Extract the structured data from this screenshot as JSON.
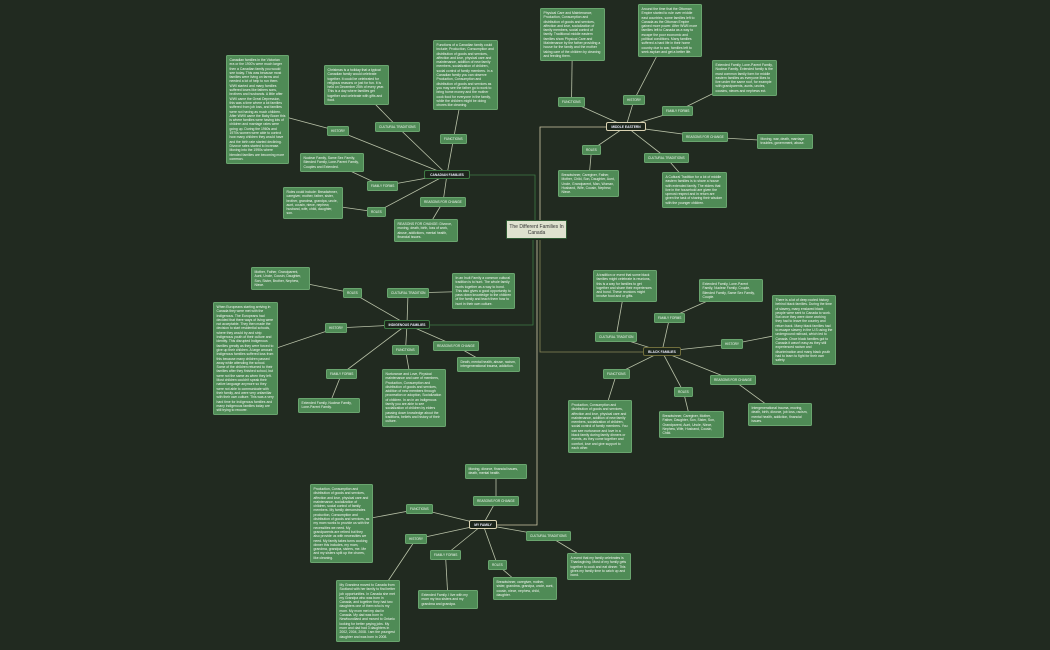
{
  "title": "The Different Families In Canada",
  "colors": {
    "background": "#212a20",
    "node": "#4f8b56",
    "root": "#dfe2cf"
  },
  "branches": [
    {
      "label": "CANADIAN FAMILIES",
      "topics": [
        {
          "label": "HISTORY",
          "text": "Canadian families in the Victorian era or the 1900's were much larger then a Canadian family you would see today. This was because most families were living on farms and needed a lot of help to run them. WWI started and many families suffered loses like fathers sons, brothers and husbands. A little after WWI came the Great Depression, this was a time where a lot families suffered from job loss, and families were not having as much children. After WWII came the Baby Boom this is where families were having lots of children and marriage rates were going up. During the 1960s and 1970s women were able to control how many children they would have and the birth rate started declining. Divorce rates started to increase. Moving into the 1990s where blended families are becoming more common."
        },
        {
          "label": "CULTURAL TRADITIONS",
          "text": "Christmas is a holiday that a typical Canadian family would celebrate together. It could be celebrated for religious reasons or just for fun. It is held on December 25th of every year. This is a day where families get together and celebrate with gifts and food."
        },
        {
          "label": "FUNCTIONS",
          "text": "Functions of a Canadian family could include; Production, Consumption and distribution of goods and services, affection and love, physical care and maintenance, addition of new family members, socialization of children, social control of family members. In a Canadian family you can observe Production, Consumption and distribution of goods and services as you may see the father go to work to bring home money and the mother cook food for everyone in the family, while the children might be doing chores like cleaning."
        },
        {
          "label": "FAMILY FORMS",
          "text": "Nuclear Family, Same Sex Family, Blended Family, Lone-Parent Family, Couples and Extended."
        },
        {
          "label": "ROLES",
          "text": "Roles could include: Breadwinner, caregiver, mother, father, sister, brother, grandma, grandpa, uncle, aunt, cousin, niece, nephew, husband, wife, child, daughter, son."
        },
        {
          "label": "REASONS FOR CHANGE",
          "text": "REASONS FOR CHANGE: Divorce, moving, death, birth, loss of work, abuse, addictions, mental health, financial issues."
        }
      ]
    },
    {
      "label": "MIDDLE EASTERN",
      "topics": [
        {
          "label": "FUNCTIONS",
          "text": "Physical Care and Maintenance, Production, Consumption and distribution of goods and services, affection and love, socialization of family members, social control of family. Traditional middle eastern families show Physical Care and Maintenance by the father providing a house for the family and the mother taking care of the children by cleaning and feeding them."
        },
        {
          "label": "HISTORY",
          "text": "Around the time that the Ottoman Empire started to rule over middle east countries, some families left to Canada as the Ottoman Empire gained more power. After WWII more families left to Canada as a way to escape the poor economic and political conditions. Many families suffered a hard life in their home country due to war, families left to seek asylum and get a better life."
        },
        {
          "label": "FAMILY FORMS",
          "text": "Extended Family, Lone-Parent Family, Nuclear Family. Extended family is the most common family form for middle eastern families as everyone likes to live under the same roof, for example with grandparents, aunts, uncles, cousins, nieces and nephews ect."
        },
        {
          "label": "REASONS FOR CHANGE",
          "text": "Moving, war, death, marriage troubles, government, abuse."
        },
        {
          "label": "ROLES",
          "text": "Breadwinner, Caregiver, Father, Mother, Child, Son, Daughter, Aunt, Uncle, Grandparent, Man, Woman, Husband, Wife, Cousin, Nephew, Niece."
        },
        {
          "label": "CULTURAL TRADITIONS",
          "text": "A Cultural Tradition for a lot of middle eastern families is to share a house with extended family. The elders that live in the household are given the upmost respect and in return are given the task of sharing their wisdom with the younger children."
        }
      ]
    },
    {
      "label": "BLACK FAMILIES",
      "topics": [
        {
          "label": "CULTURAL TRADITION",
          "text": "A tradition or event that some black families might celebrate is reunions, this is a way for families to get together and share their experiences and bond. These reunions might involve food and or gifts."
        },
        {
          "label": "FAMILY FORMS",
          "text": "Extended Family, Lone-Parent Family, Nuclear Family, Couple, Blended Family, Same Sex Family, Couple."
        },
        {
          "label": "HISTORY",
          "text": "There is a lot of deep rooted history behind black families. During the time of slavery, many enslaved black people were sent to Canada to work. But once they were done working they had to leave the country and return back. Many black families had to escape slavery in the U.S using the underground railroad, which led to Canada. Once black families got to Canada it wasn't easy as they still experienced racism and discrimination and many black youth had to learn to fight for their own safety."
        },
        {
          "label": "REASONS FOR CHANGE",
          "text": "Intergenerational trauma, moving, death, birth, divorce, job loss, racism, mental health, addiction, financial issues."
        },
        {
          "label": "ROLES",
          "text": "Breadwinner, Caregiver, Mother, Father, Daughter, Son, Sister, Son, Grandparent, Aunt, Uncle, Niece, Nephew, Wife, Husband, Cousin, Child."
        },
        {
          "label": "FUNCTIONS",
          "text": "Production, Consumption and distribution of goods and services, affection and love, physical care and maintenance, addition of new family members, socialization of children, social control of family members. You can see nurturance and love in a black family during family dinners or events, as they come together and comfort, love and give support to each other."
        }
      ]
    },
    {
      "label": "INDIGENOUS FAMILIES",
      "topics": [
        {
          "label": "ROLES",
          "text": "Mother, Father, Grandparent, Aunt, Uncle, Cousin, Daughter, Son, Sister, Brother, Nephew, Niece."
        },
        {
          "label": "CULTURAL TRADITION",
          "text": "In an Inuit Family a common cultural tradition is to hunt. The whole family hunts together as a way to bond. This also gives a good opportunity to pass down knowledge to the children of the family and teach them how to hunt in their own culture."
        },
        {
          "label": "HISTORY",
          "text": "When Europeans starting arriving in Canada they were met with the Indigenous. The Europeans had decided that there ways of living were not acceptable. They then made the decision to start residential schools, where they would try and strip Indigenous youth of their culture and identity. This disrupted Indigenous families greatly as they were forced to give up their children. A large amount Indigenous families suffered loss from this because many children passed away while attending the school. Some of the children returned to their families after they finished school, but were not the same as when they left. Most children couldn't speak their native language anymore so they were not able to communicate with their family, and were very unfamiliar with their own culture. This was a very hard time for Indigenous families and many Indigenous families today are still trying to recover."
        },
        {
          "label": "FUNCTIONS",
          "text": "Nurturance and Love, Physical maintenance and care of members, Production, Consumption and distribution of goods and services, addition of new members through procreation or adoption, Socialization of children. In an in an Indigenous family you are able to see socialization of children by elders passing down knowledge about the traditions, beliefs and history of their culture."
        },
        {
          "label": "FAMILY FORMS",
          "text": "Extended Family, Nuclear Family, Lone-Parent Family."
        },
        {
          "label": "REASONS FOR CHANGE",
          "text": "Death, mental health, abuse, racism, intergenerational trauma, addiction."
        }
      ]
    },
    {
      "label": "MY FAMILY",
      "topics": [
        {
          "label": "REASONS FOR CHANGE",
          "text": "Moving, divorce, financial issues, death, mental health."
        },
        {
          "label": "FUNCTIONS",
          "text": "Production, Consumption and distribution of goods and services, affection and love, physical care and maintenance, socialization of children, social control of family members. My family demonstrates production, Consumption and distribution of goods and services, as my mom works to provide us with the necessities we need. My grandparents are retired but they also provide us with necessities we need. My family takes turns cooking dinner this includes, my mom, grandma, grandpa, sisters, me. Me and my sisters split up the chores, like cleaning."
        },
        {
          "label": "HISTORY",
          "text": "My Grandma moved to Canada from Scotland with her family to find better job opportunities. In Canada she met my Grandpa who was born in Canada, and together they had two daughters one of them who is my mom. My mom met my dad in Canada. My dad was born in Newfoundland and moved to Ontario looking for better paying jobs. My mom and dad had 3 daughters in 2002, 2004, 2008. I am the youngest daughter and was born in 2008."
        },
        {
          "label": "FAMILY FORMS",
          "text": "Extended Family. I live with my mom my two sisters and my grandma and grandpa."
        },
        {
          "label": "ROLES",
          "text": "Breadwinner, caregiver, mother, sister, grandma, grandpa, uncle, aunt, cousin, niece, nephew, child, daughter."
        },
        {
          "label": "CULTURAL TRADITIONS",
          "text": "A event that my family celebrates is Thanksgiving. Most of my family gets together to cook and eat dinner. This gives my family time to catch up and bond."
        }
      ]
    }
  ]
}
